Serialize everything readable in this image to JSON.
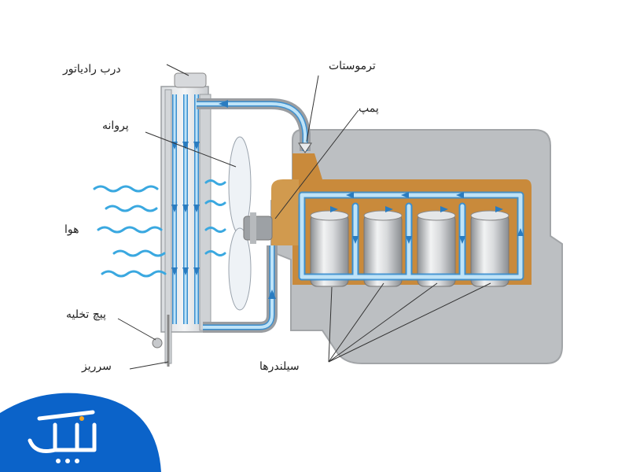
{
  "labels": {
    "radiator_cap": "درب رادیاتور",
    "thermostat": "ترموستات",
    "pump": "پمپ",
    "fan": "پروانه",
    "air": "هوا",
    "drain_plug": "پیچ تخلیه",
    "overflow": "سرریز",
    "cylinders": "سیلندرها"
  },
  "colors": {
    "coolant": "#bfe3f7",
    "coolant_edge": "#3a8fd0",
    "engine_block": "#bcbfc2",
    "water_jacket": "#c98a3b",
    "air_flow": "#3aa8e0",
    "logo_blue": "#0b63c9"
  },
  "logo": {
    "icon": "brand-logo-icon"
  }
}
